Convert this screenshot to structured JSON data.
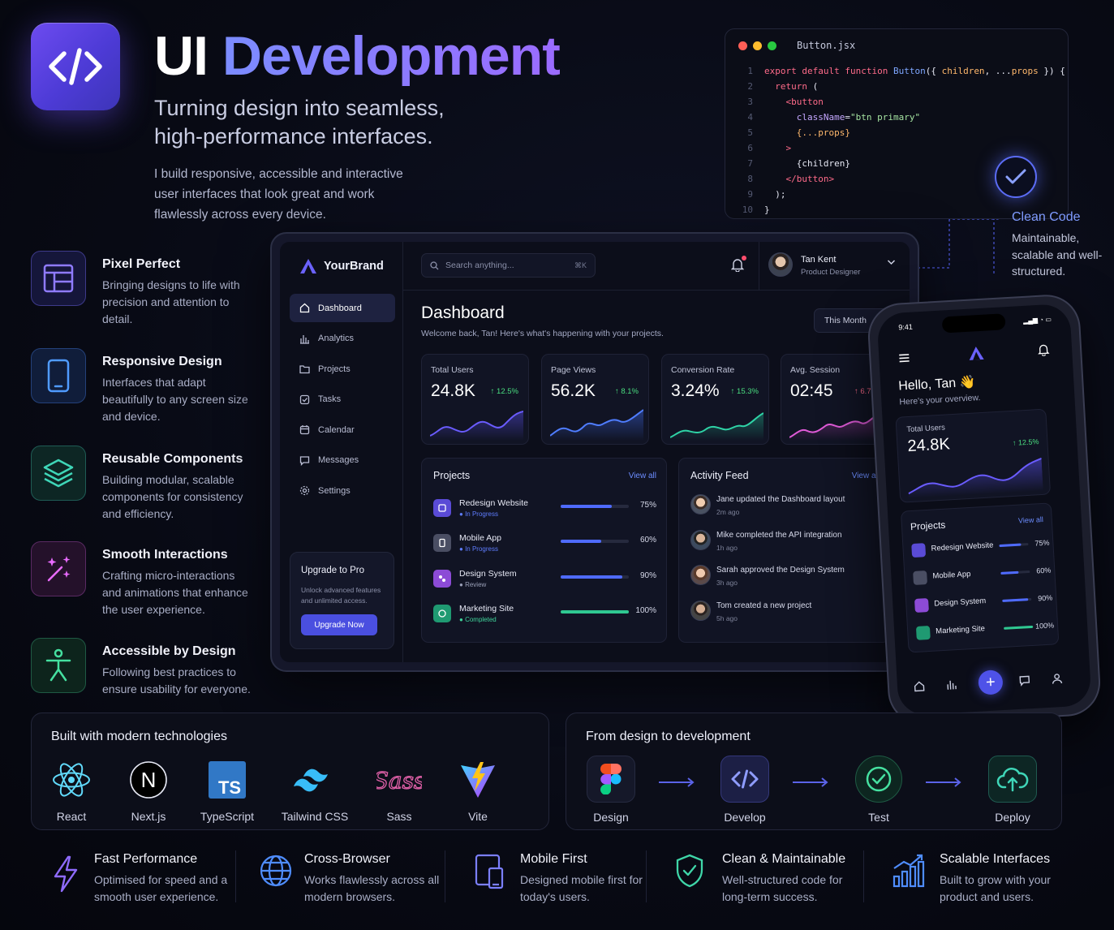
{
  "hero": {
    "title_word1": "UI",
    "title_word2": "Development",
    "subtitle": "Turning design into seamless, high-performance interfaces.",
    "description": "I build responsive, accessible and interactive user interfaces that look great and work flawlessly across every device."
  },
  "features": [
    {
      "title": "Pixel Perfect",
      "desc": "Bringing designs to life with precision and attention to detail.",
      "icon": "layout-icon"
    },
    {
      "title": "Responsive Design",
      "desc": "Interfaces that adapt beautifully to any screen size and device.",
      "icon": "mobile-icon"
    },
    {
      "title": "Reusable Components",
      "desc": "Building modular, scalable components for consistency and efficiency.",
      "icon": "layers-icon"
    },
    {
      "title": "Smooth Interactions",
      "desc": "Crafting micro-interactions and animations that enhance the user experience.",
      "icon": "sparkle-wand-icon"
    },
    {
      "title": "Accessible by Design",
      "desc": "Following best practices to ensure usability for everyone.",
      "icon": "accessibility-icon"
    }
  ],
  "code": {
    "filename": "Button.jsx",
    "line_numbers": [
      "1",
      "2",
      "3",
      "4",
      "5",
      "6",
      "7",
      "8",
      "9",
      "10"
    ]
  },
  "clean_code": {
    "title": "Clean Code",
    "desc": "Maintainable, scalable and well-structured."
  },
  "dashboard": {
    "brand": "YourBrand",
    "nav": [
      "Dashboard",
      "Analytics",
      "Projects",
      "Tasks",
      "Calendar",
      "Messages",
      "Settings"
    ],
    "upgrade": {
      "title": "Upgrade to Pro",
      "desc": "Unlock advanced features and unlimited access.",
      "button": "Upgrade Now"
    },
    "search_placeholder": "Search anything...",
    "search_shortcut": "⌘K",
    "user": {
      "name": "Tan Kent",
      "role": "Product Designer"
    },
    "title": "Dashboard",
    "welcome": "Welcome back, Tan! Here's what's happening with your projects.",
    "period": "This Month",
    "stats": [
      {
        "label": "Total Users",
        "value": "24.8K",
        "change": "↑ 12.5%"
      },
      {
        "label": "Page Views",
        "value": "56.2K",
        "change": "↑ 8.1%"
      },
      {
        "label": "Conversion Rate",
        "value": "3.24%",
        "change": "↑ 15.3%"
      },
      {
        "label": "Avg. Session",
        "value": "02:45",
        "change": "↑ 6.7%"
      }
    ],
    "projects_title": "Projects",
    "view_all": "View all",
    "projects": [
      {
        "name": "Redesign Website",
        "status": "In Progress",
        "progress": 75,
        "pct": "75%"
      },
      {
        "name": "Mobile App",
        "status": "In Progress",
        "progress": 60,
        "pct": "60%"
      },
      {
        "name": "Design System",
        "status": "Review",
        "progress": 90,
        "pct": "90%"
      },
      {
        "name": "Marketing Site",
        "status": "Completed",
        "progress": 100,
        "pct": "100%"
      }
    ],
    "activity_title": "Activity Feed",
    "activity": [
      {
        "text": "Jane updated the Dashboard layout",
        "time": "2m ago"
      },
      {
        "text": "Mike completed the API integration",
        "time": "1h ago"
      },
      {
        "text": "Sarah approved the Design System",
        "time": "3h ago"
      },
      {
        "text": "Tom created a new project",
        "time": "5h ago"
      }
    ]
  },
  "phone": {
    "time": "9:41",
    "hello": "Hello, Tan 👋",
    "sub": "Here's your overview.",
    "card": {
      "label": "Total Users",
      "value": "24.8K",
      "change": "↑ 12.5%"
    },
    "projects_title": "Projects",
    "view_all": "View all",
    "projects": [
      {
        "name": "Redesign Website",
        "progress": 75,
        "pct": "75%"
      },
      {
        "name": "Mobile App",
        "progress": 60,
        "pct": "60%"
      },
      {
        "name": "Design System",
        "progress": 90,
        "pct": "90%"
      },
      {
        "name": "Marketing Site",
        "progress": 100,
        "pct": "100%"
      }
    ],
    "plus": "+"
  },
  "tech": {
    "title": "Built with modern technologies",
    "items": [
      "React",
      "Next.js",
      "TypeScript",
      "Tailwind CSS",
      "Sass",
      "Vite"
    ]
  },
  "flow": {
    "title": "From design to development",
    "steps": [
      "Design",
      "Develop",
      "Test",
      "Deploy"
    ]
  },
  "bottom": [
    {
      "title": "Fast Performance",
      "desc": "Optimised for speed and a smooth user experience."
    },
    {
      "title": "Cross-Browser",
      "desc": "Works flawlessly across all modern browsers."
    },
    {
      "title": "Mobile First",
      "desc": "Designed mobile first for today's users."
    },
    {
      "title": "Clean & Maintainable",
      "desc": "Well-structured code for long-term success."
    },
    {
      "title": "Scalable Interfaces",
      "desc": "Built to grow with your product and users."
    }
  ],
  "colors": {
    "accent": "#6c5cf5",
    "positive": "#4ade80",
    "negative": "#ff6b8a",
    "link": "#6c8dff"
  }
}
